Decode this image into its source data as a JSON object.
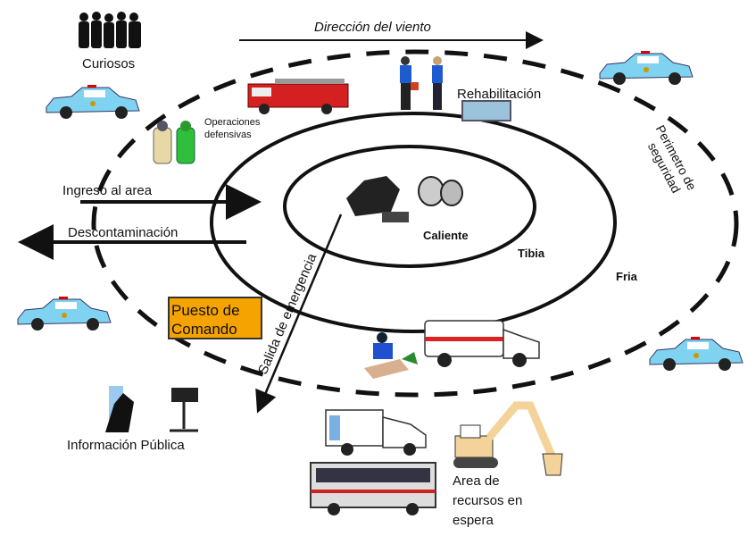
{
  "wind": {
    "label": "Dirección del viento"
  },
  "zones": {
    "hot": "Caliente",
    "warm": "Tibia",
    "cold": "Fria"
  },
  "labels": {
    "onlookers": "Curiosos",
    "rehab": "Rehabilitación",
    "defensive_ops_1": "Operaciones",
    "defensive_ops_2": "defensivas",
    "perimeter_1": "Perimetro de",
    "perimeter_2": "seguridad",
    "entry": "Ingreso al area",
    "decon": "Descontaminación",
    "command_1": "Puesto de",
    "command_2": "Comando",
    "emergency_exit": "Salida de emergencia",
    "public_info": "Información Pública",
    "staging_1": "Area de",
    "staging_2": "recursos en",
    "staging_3": "espera"
  },
  "colors": {
    "command_box": "#f5a300",
    "rehab_box": "#9cc3dc",
    "police_car": "#7fd3f0",
    "fire_truck": "#d42020"
  },
  "icons": [
    "crowd-icon",
    "police-car-icon",
    "fire-truck-icon",
    "firefighters-icon",
    "hazmat-suits-icon",
    "hazmat-scene-icon",
    "medic-icon",
    "ambulance-icon",
    "bus-icon",
    "excavator-icon",
    "press-camera-icon"
  ]
}
